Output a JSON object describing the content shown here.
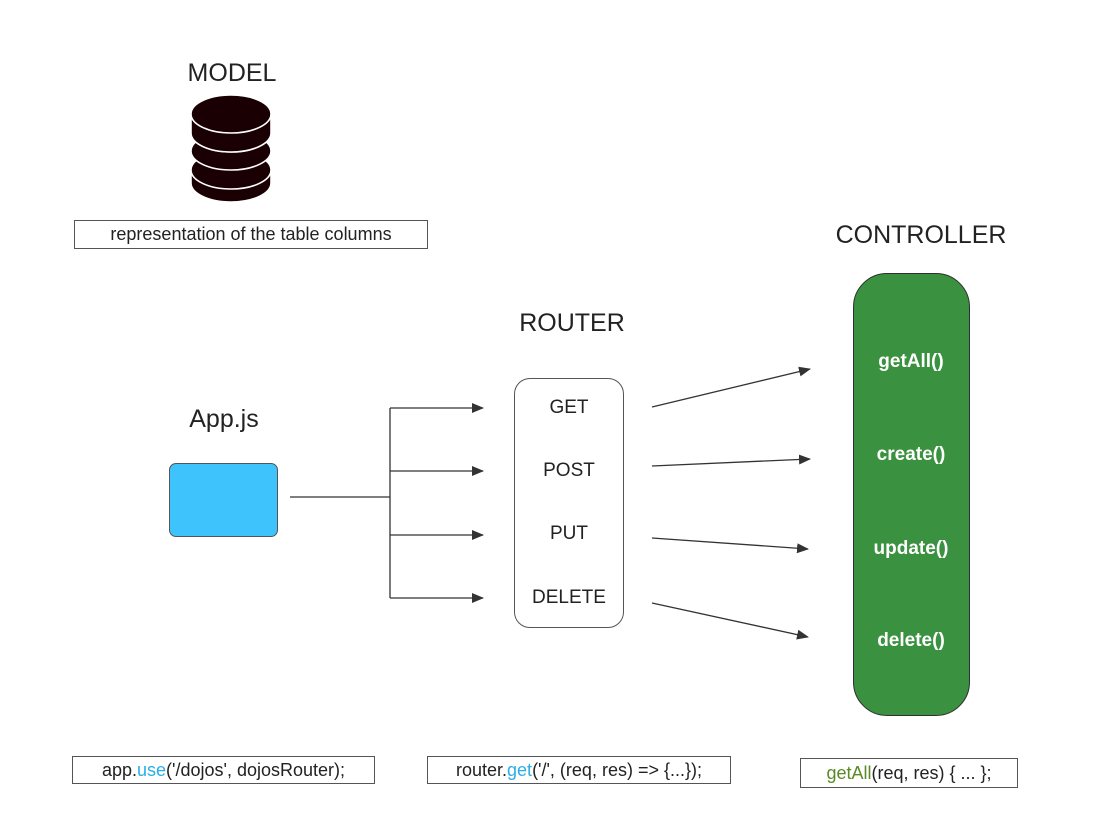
{
  "model": {
    "title": "MODEL",
    "caption": "representation of the table columns",
    "icon": "database-icon",
    "color": "#1a0002"
  },
  "app": {
    "title": "App.js",
    "color": "#3fc3fd",
    "code": {
      "obj": "app.",
      "method": "use",
      "args": "('/dojos', dojosRouter);"
    }
  },
  "router": {
    "title": "ROUTER",
    "methods": [
      "GET",
      "POST",
      "PUT",
      "DELETE"
    ],
    "code": {
      "obj": "router.",
      "method": "get",
      "args": "('/', (req, res) => {...});"
    }
  },
  "controller": {
    "title": "CONTROLLER",
    "color": "#3a913f",
    "functions": [
      "getAll()",
      "create()",
      "update()",
      "delete()"
    ],
    "code": {
      "fn": "getAll",
      "args": "(req, res) { ... };"
    }
  },
  "colors": {
    "method_highlight": "#29aee6",
    "fn_highlight": "#5b8a24",
    "line": "#333333"
  }
}
